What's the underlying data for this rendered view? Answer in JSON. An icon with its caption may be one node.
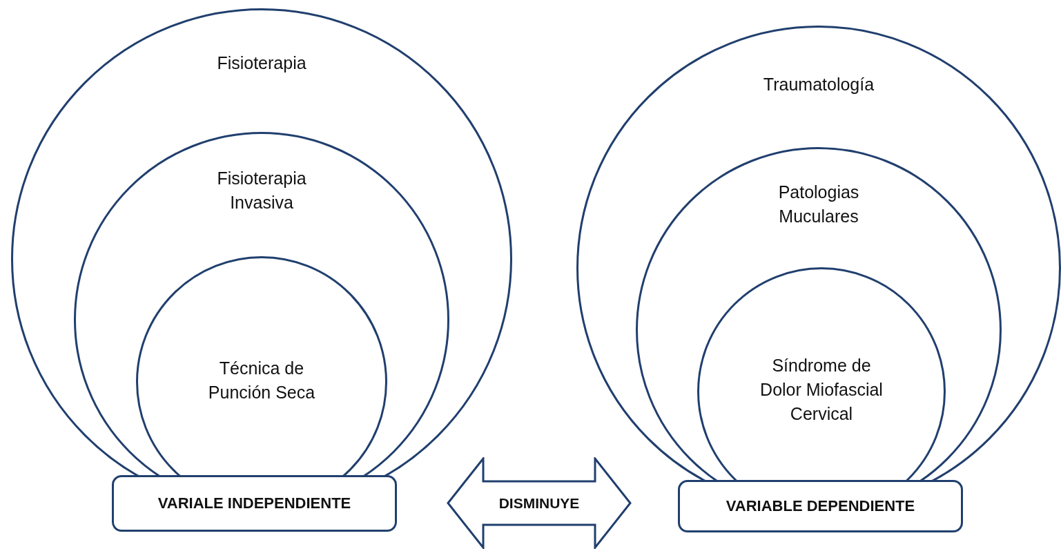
{
  "diagram": {
    "nodes": [
      {
        "text": [
          "Fisioterapia"
        ]
      },
      {
        "text": [
          "Fisioterapia Invasiva"
        ],
        "in": 0
      },
      {
        "text": [
          "Técnica de Punción Seca"
        ],
        "in": 1
      },
      {
        "text": [
          "VARIALE INDEPENDIENTE"
        ]
      },
      {
        "text": [
          "DISMINUYE"
        ]
      },
      {
        "text": [
          "Traumatología"
        ]
      },
      {
        "text": [
          "Patologias Muculares"
        ],
        "in": 5
      },
      {
        "text": [
          "Síndrome de Dolor Miofascial Cervical"
        ],
        "in": 6
      },
      {
        "text": [
          "VARIABLE DEPENDIENTE"
        ]
      }
    ]
  }
}
